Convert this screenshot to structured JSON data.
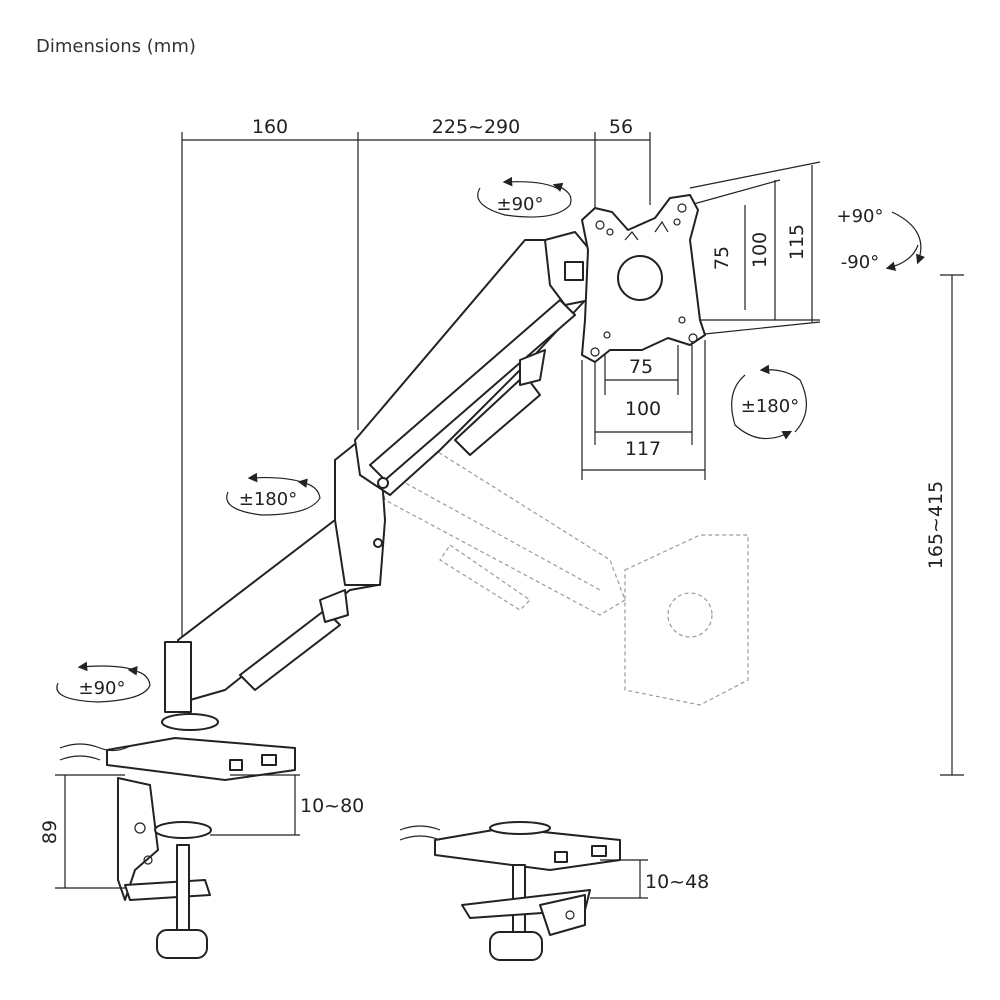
{
  "title": "Dimensions (mm)",
  "dims": {
    "arm_base": "160",
    "arm_upper": "225~290",
    "plate_offset": "56",
    "vesa_h_75": "75",
    "vesa_h_100": "100",
    "vesa_h_117": "117",
    "vesa_v_75": "75",
    "vesa_v_100": "100",
    "vesa_v_115": "115",
    "height_range": "165~415",
    "clamp_height": "89",
    "clamp_range": "10~80",
    "grommet_range": "10~48"
  },
  "rotations": {
    "head_swivel": "±90°",
    "elbow": "±180°",
    "base": "±90°",
    "tilt_up": "+90°",
    "tilt_down": "-90°",
    "plate_rotate": "±180°"
  }
}
